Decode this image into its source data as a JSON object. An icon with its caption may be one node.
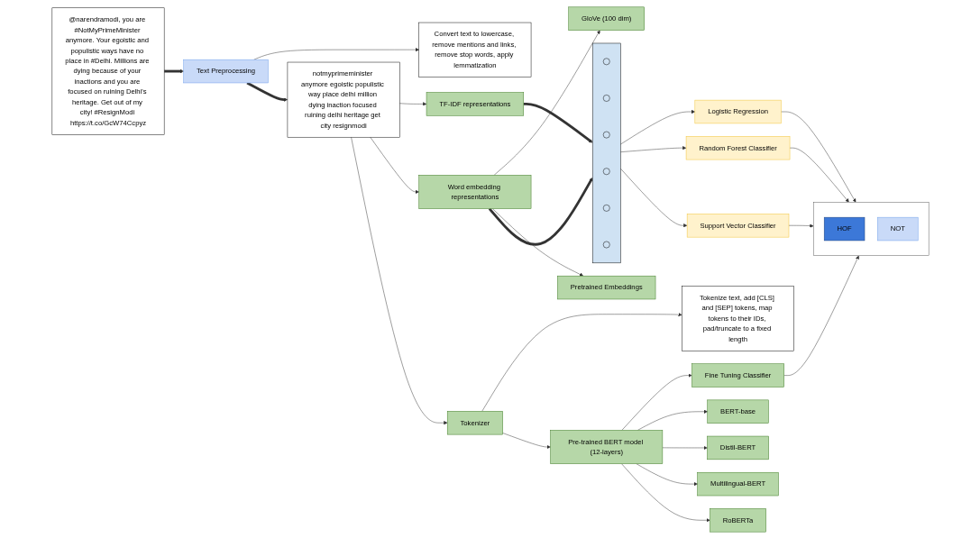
{
  "diagram": {
    "nodes": [
      {
        "text": [
          "@narendramodi, you are #NotMyPrimeMinister anymore. Your egoistic and populistic ways have no place in #Delhi. Millions are dying because of your inactions and you are focused on ruining Delhi's heritage. Get out of my city! #ResignModi https://t.co/GcW74Ccpyz"
        ]
      },
      {
        "text": [
          "Text Preprocessing"
        ]
      },
      {
        "text": [
          "Convert text to lowercase, remove mentions and links, remove stop words, apply lemmatization"
        ]
      },
      {
        "text": [
          "notmyprimeminister anymore egoistic populistic way place delhi million dying inaction focused ruining delhi heritage get city resignmodi"
        ]
      },
      {
        "text": [
          "TF-IDF representations"
        ]
      },
      {
        "text": [
          "Word embedding representations"
        ]
      },
      {
        "text": [
          "GloVe (100 dim)"
        ]
      },
      {
        "text": [
          "Pretrained Embeddings"
        ]
      },
      {
        "text": [
          "Tokenizer"
        ]
      },
      {
        "text": [
          "Tokenize text, add [CLS] and [SEP] tokens, map tokens to their IDs, pad/truncate to a fixed length"
        ]
      },
      {
        "text": [
          "Pre-trained BERT model (12-layers)"
        ]
      },
      {
        "text": [
          "Fine Tuning Classifier"
        ]
      },
      {
        "text": [
          "BERT-base"
        ]
      },
      {
        "text": [
          "Distil-BERT"
        ]
      },
      {
        "text": [
          "Multilingual-BERT"
        ]
      },
      {
        "text": [
          "RoBERTa"
        ]
      },
      {
        "text": [],
        "shape": "bar"
      },
      {
        "text": [],
        "shape": "circle",
        "in": 16
      },
      {
        "text": [],
        "shape": "circle",
        "in": 16
      },
      {
        "text": [],
        "shape": "circle",
        "in": 16
      },
      {
        "text": [],
        "shape": "circle",
        "in": 16
      },
      {
        "text": [],
        "shape": "circle",
        "in": 16
      },
      {
        "text": [],
        "shape": "circle",
        "in": 16
      },
      {
        "text": [
          "Logistic Regression"
        ]
      },
      {
        "text": [
          "Random Forest Classifier"
        ]
      },
      {
        "text": [
          "Support Vector Classifier"
        ]
      },
      {
        "text": [],
        "shape": "box"
      },
      {
        "text": [
          "HOF"
        ],
        "in": 26
      },
      {
        "text": [
          "NOT"
        ],
        "in": 26
      }
    ],
    "edges": [
      {
        "from": 0,
        "to": 1,
        "arrow": "to",
        "style": "thick"
      },
      {
        "from": 1,
        "to": 2,
        "arrow": "to"
      },
      {
        "from": 1,
        "to": 3,
        "arrow": "to",
        "style": "thick"
      },
      {
        "from": 3,
        "to": 4,
        "arrow": "to"
      },
      {
        "from": 3,
        "to": 5,
        "arrow": "to"
      },
      {
        "from": 3,
        "to": 8,
        "arrow": "to"
      },
      {
        "from": 5,
        "to": 6,
        "arrow": "to"
      },
      {
        "from": 5,
        "to": 7,
        "arrow": "to"
      },
      {
        "from": 4,
        "to": 16,
        "arrow": "to",
        "style": "thick"
      },
      {
        "from": 5,
        "to": 16,
        "arrow": "to",
        "style": "thick"
      },
      {
        "from": 8,
        "to": 9,
        "arrow": "to"
      },
      {
        "from": 8,
        "to": 10,
        "arrow": "to"
      },
      {
        "from": 10,
        "to": 11,
        "arrow": "to"
      },
      {
        "from": 10,
        "to": 12,
        "arrow": "to"
      },
      {
        "from": 10,
        "to": 13,
        "arrow": "to"
      },
      {
        "from": 10,
        "to": 14,
        "arrow": "to"
      },
      {
        "from": 10,
        "to": 15,
        "arrow": "to"
      },
      {
        "from": 16,
        "to": 23,
        "arrow": "to"
      },
      {
        "from": 16,
        "to": 24,
        "arrow": "to"
      },
      {
        "from": 16,
        "to": 25,
        "arrow": "to"
      },
      {
        "from": 23,
        "to": 26,
        "arrow": "to"
      },
      {
        "from": 24,
        "to": 26,
        "arrow": "to"
      },
      {
        "from": 25,
        "to": 26,
        "arrow": "to"
      },
      {
        "from": 11,
        "to": 26,
        "arrow": "to"
      }
    ]
  }
}
